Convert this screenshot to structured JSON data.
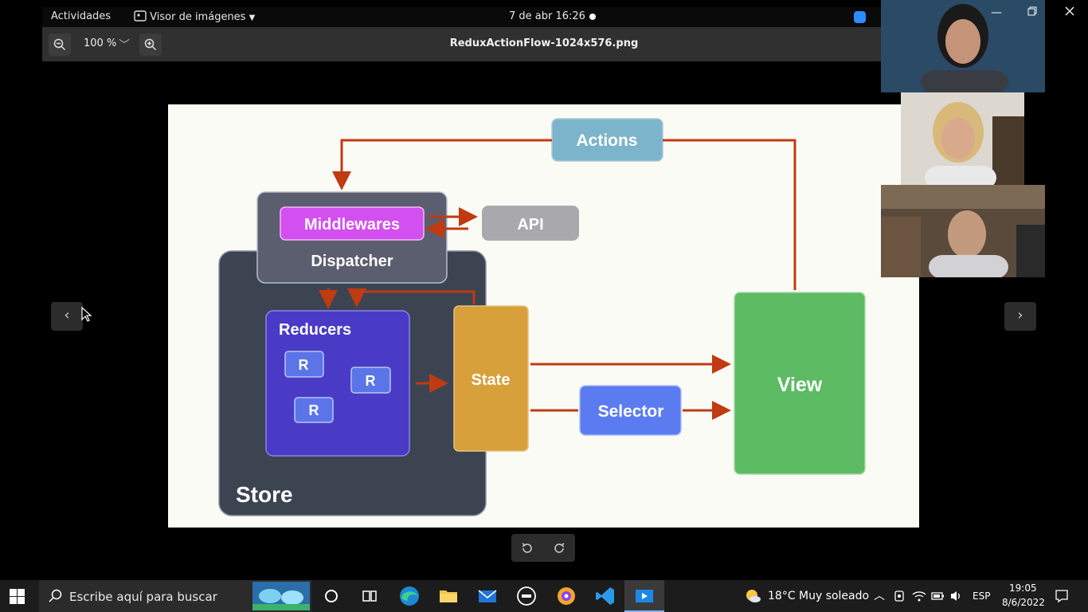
{
  "top_bar": {
    "activities_label": "Actividades",
    "app_menu_label": "Visor de imágenes",
    "datetime": "7 de abr  16:26"
  },
  "toolbar": {
    "zoom_level": "100 %",
    "filename": "ReduxActionFlow-1024x576.png"
  },
  "nav": {
    "prev_glyph": "‹",
    "next_glyph": "›"
  },
  "diagram": {
    "actions": "Actions",
    "middlewares": "Middlewares",
    "api": "API",
    "dispatcher": "Dispatcher",
    "reducers": "Reducers",
    "reducer_item": "R",
    "state": "State",
    "selector": "Selector",
    "view": "View",
    "store": "Store"
  },
  "taskbar": {
    "search_placeholder": "Escribe aquí para buscar",
    "weather_temp": "18°C",
    "weather_desc": "Muy soleado",
    "language": "ESP",
    "time": "19:05",
    "date": "8/6/2022"
  },
  "colors": {
    "arrow": "#c03a12",
    "actions_box": "#7cb4cb",
    "middlewares": "#d34ff0",
    "api_box": "#a9a9ad",
    "dispatcher_box": "#5b5e6e",
    "store_box": "#3c4452",
    "reducers_box": "#4a3bc6",
    "state_box": "#d8a03a",
    "selector_box": "#5b7cf0",
    "view_box": "#5cbb63"
  }
}
